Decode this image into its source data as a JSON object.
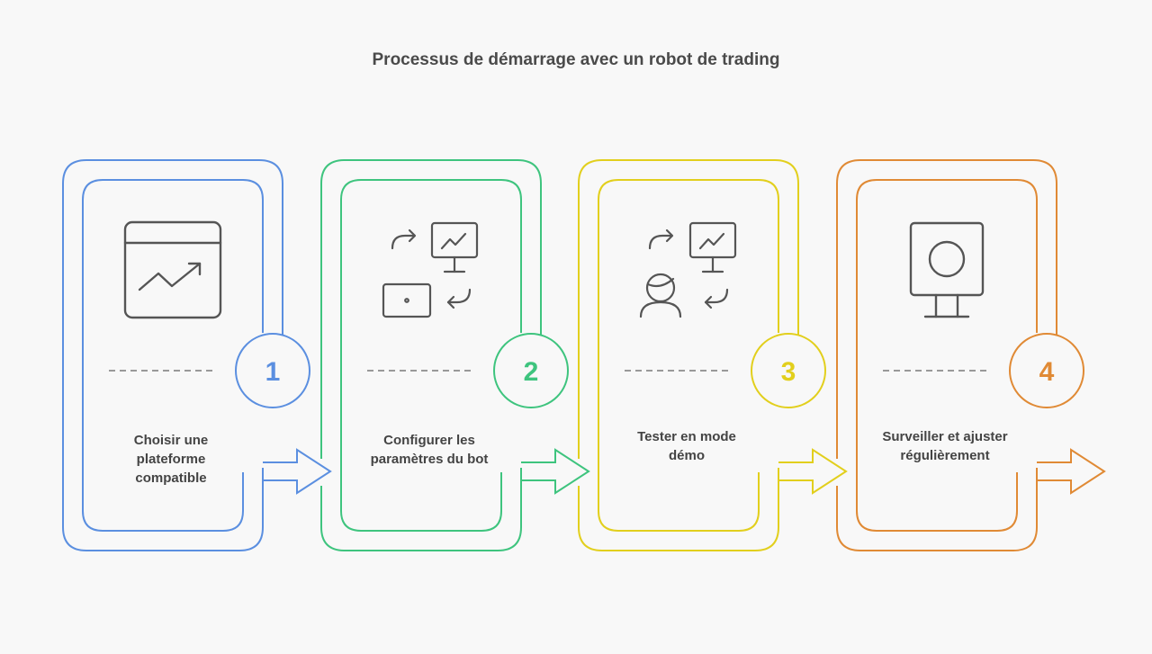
{
  "title": "Processus de démarrage avec un robot de trading",
  "steps": [
    {
      "number": "1",
      "label": "Choisir une plateforme compatible",
      "color": "#5b8fe0",
      "icon": "browser-chart-icon"
    },
    {
      "number": "2",
      "label": "Configurer les paramètres du bot",
      "color": "#3ec47e",
      "icon": "devices-sync-icon"
    },
    {
      "number": "3",
      "label": "Tester en mode démo",
      "color": "#e2cf1d",
      "icon": "user-monitor-sync-icon"
    },
    {
      "number": "4",
      "label": "Surveiller et ajuster régulièrement",
      "color": "#e08a35",
      "icon": "monitor-circle-icon"
    }
  ]
}
